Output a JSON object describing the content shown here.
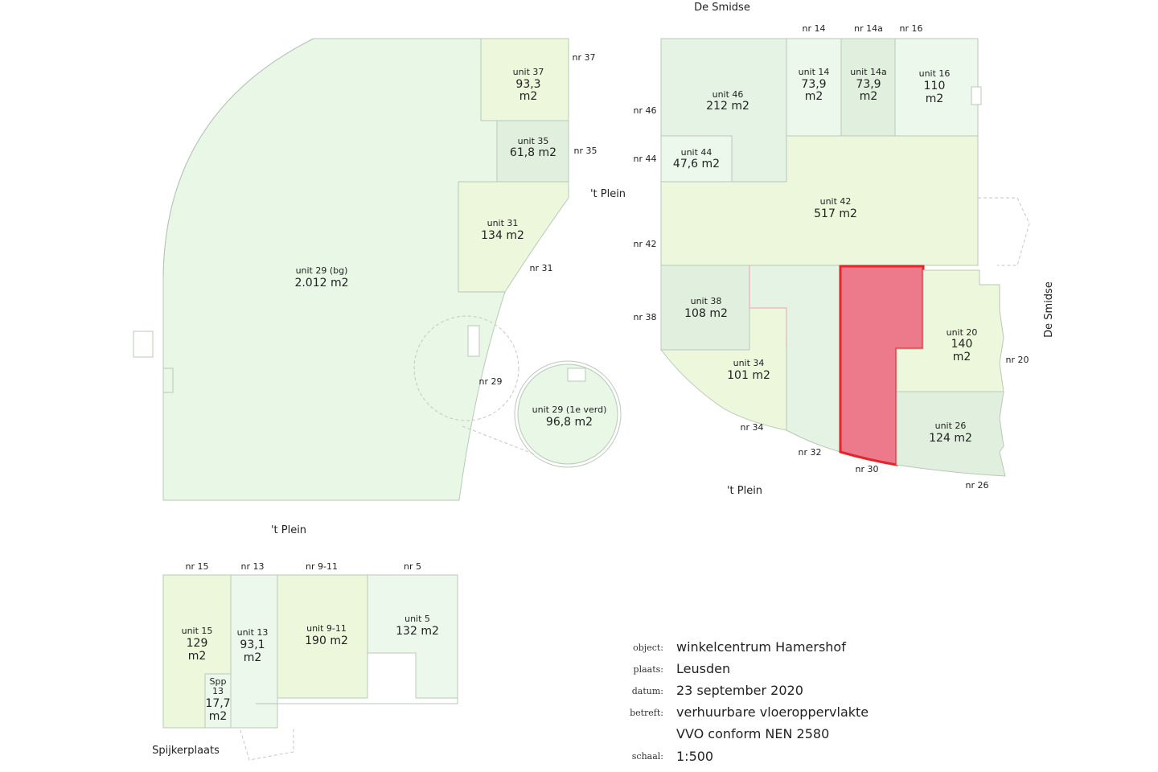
{
  "colors": {
    "mint": "#e8f7e6",
    "light_mint": "#edf8ec",
    "sage": "#e1f0de",
    "lime": "#ecf7dc",
    "green": "#e4f3e3",
    "highlight_fill": "#ec7a8a",
    "highlight_stroke": "#e2262a"
  },
  "streets": {
    "de_smidse_top": "De Smidse",
    "de_smidse_right": "De Smidse",
    "plein_left": "'t Plein",
    "plein_mid": "'t Plein",
    "plein_bottom": "'t Plein",
    "spijkerplaats": "Spijkerplaats"
  },
  "addresses": {
    "nr37": "nr 37",
    "nr35": "nr 35",
    "nr31": "nr 31",
    "nr29": "nr 29",
    "nr14": "nr 14",
    "nr14a": "nr 14a",
    "nr16": "nr 16",
    "nr46": "nr 46",
    "nr44": "nr 44",
    "nr42": "nr 42",
    "nr38": "nr 38",
    "nr34": "nr 34",
    "nr32": "nr 32",
    "nr30": "nr 30",
    "nr26": "nr 26",
    "nr20": "nr 20",
    "nr15": "nr 15",
    "nr13": "nr 13",
    "nr9_11": "nr 9-11",
    "nr5": "nr 5"
  },
  "units": {
    "u29": {
      "label": "unit 29 (bg)",
      "area": "2.012 m2"
    },
    "u37": {
      "label": "unit 37",
      "area_line1": "93,3",
      "area_line2": "m2"
    },
    "u35": {
      "label": "unit 35",
      "area": "61,8 m2"
    },
    "u31": {
      "label": "unit 31",
      "area": "134 m2"
    },
    "u29_1e": {
      "label": "unit 29 (1e verd)",
      "area": "96,8 m2"
    },
    "u46": {
      "label": "unit 46",
      "area": "212 m2"
    },
    "u14": {
      "label": "unit 14",
      "area_line1": "73,9",
      "area_line2": "m2"
    },
    "u14a": {
      "label": "unit 14a",
      "area_line1": "73,9",
      "area_line2": "m2"
    },
    "u16": {
      "label": "unit 16",
      "area_line1": "110",
      "area_line2": "m2"
    },
    "u44": {
      "label": "unit 44",
      "area": "47,6 m2"
    },
    "u42": {
      "label": "unit 42",
      "area": "517 m2"
    },
    "u38": {
      "label": "unit 38",
      "area": "108 m2"
    },
    "u34": {
      "label": "unit 34",
      "area": "101 m2"
    },
    "u20": {
      "label": "unit 20",
      "area_line1": "140",
      "area_line2": "m2"
    },
    "u26": {
      "label": "unit 26",
      "area": "124 m2"
    },
    "u15": {
      "label": "unit 15",
      "area_line1": "129",
      "area_line2": "m2"
    },
    "u13": {
      "label": "unit 13",
      "area_line1": "93,1",
      "area_line2": "m2"
    },
    "spp13": {
      "label_line1": "Spp",
      "label_line2": "13",
      "area_line1": "17,7",
      "area_line2": "m2"
    },
    "u9_11": {
      "label": "unit 9-11",
      "area": "190 m2"
    },
    "u5": {
      "label": "unit 5",
      "area": "132 m2"
    }
  },
  "legend": {
    "object_key": "object:",
    "object_val": "winkelcentrum Hamershof",
    "plaats_key": "plaats:",
    "plaats_val": "Leusden",
    "datum_key": "datum:",
    "datum_val": "23 september 2020",
    "betreft_key": "betreft:",
    "betreft_val1": "verhuurbare vloeroppervlakte",
    "betreft_val2": "VVO conform NEN 2580",
    "schaal_key": "schaal:",
    "schaal_val": "1:500"
  }
}
